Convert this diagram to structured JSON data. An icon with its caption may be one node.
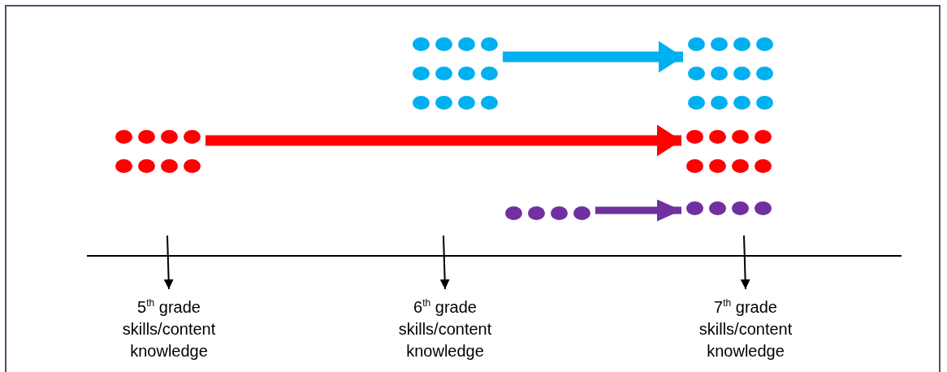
{
  "diagram": {
    "nodes": [
      {
        "text": [],
        "shape": "dots"
      },
      {
        "text": [],
        "shape": "dots"
      },
      {
        "text": [],
        "shape": "dots"
      },
      {
        "text": [],
        "shape": "dots"
      },
      {
        "text": [],
        "shape": "dots"
      },
      {
        "text": [],
        "shape": "dots"
      },
      {
        "text": [
          "5$^{th}$ grade skills/content knowledge"
        ]
      },
      {
        "text": [
          "6$^{th}$ grade skills/content knowledge"
        ]
      },
      {
        "text": [
          "7$^{th}$ grade skills/content knowledge"
        ]
      }
    ],
    "edges": [
      {
        "from": 0,
        "to": 1,
        "arrow": "to",
        "style": "thick",
        "color": "#00b0f0"
      },
      {
        "from": 2,
        "to": 3,
        "arrow": "to",
        "style": "thick",
        "color": "#ff0000"
      },
      {
        "from": 4,
        "to": 5,
        "arrow": "to",
        "style": "thick",
        "color": "#7030a0"
      },
      {
        "from": null,
        "to": 6,
        "arrow": "to"
      },
      {
        "from": null,
        "to": 7,
        "arrow": "to"
      },
      {
        "from": null,
        "to": 8,
        "arrow": "to"
      }
    ]
  }
}
